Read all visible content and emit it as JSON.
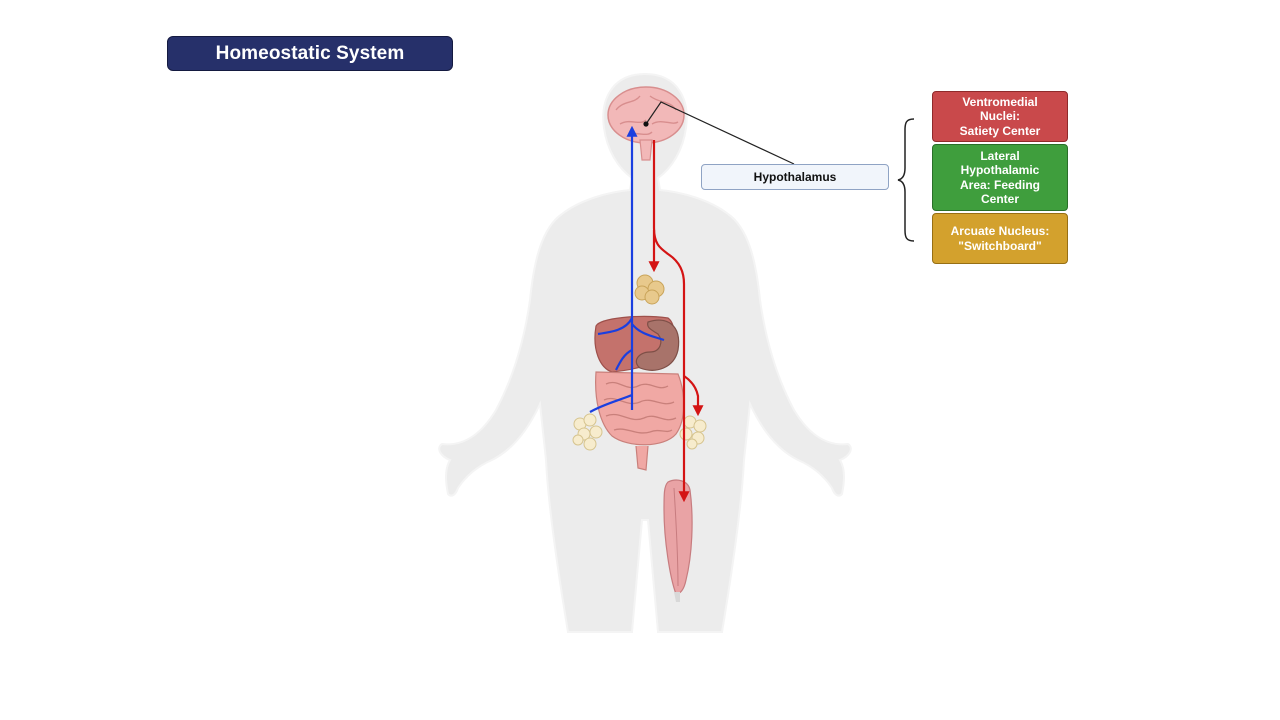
{
  "title": "Homeostatic System",
  "callout": {
    "label": "Hypothalamus"
  },
  "regions": [
    {
      "label": "Ventromedial\nNuclei:\nSatiety Center",
      "color": "#c9494b"
    },
    {
      "label": "Lateral\nHypothalamic\nArea: Feeding\nCenter",
      "color": "#3f9e3d"
    },
    {
      "label": "Arcuate Nucleus:\n\"Switchboard\"",
      "color": "#d3a12d"
    }
  ],
  "colors": {
    "title_banner": "#26306a",
    "afferent_signal": "#1a3fe0",
    "efferent_signal": "#d41414"
  },
  "icons": [
    "body-silhouette",
    "brain",
    "thyroid",
    "liver",
    "stomach",
    "intestines",
    "adipose-tissue",
    "muscle"
  ]
}
